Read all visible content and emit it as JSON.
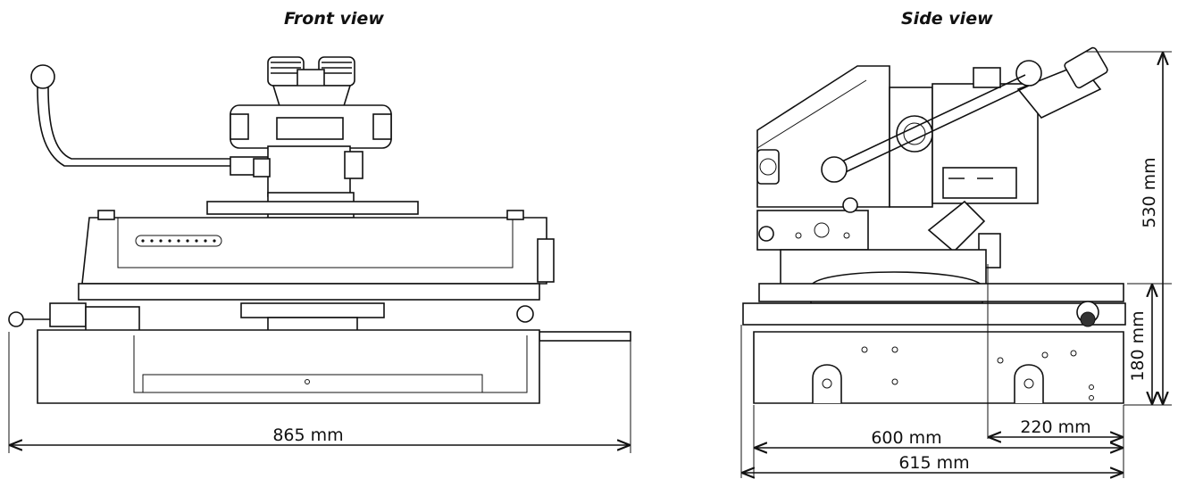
{
  "views": {
    "front": {
      "title": "Front view",
      "width_label": "865 mm"
    },
    "side": {
      "title": "Side view",
      "height_label": "530 mm",
      "base_height_label": "180 mm",
      "depth_label": "600 mm",
      "total_depth_label": "615 mm",
      "offset_label": "220 mm"
    }
  }
}
